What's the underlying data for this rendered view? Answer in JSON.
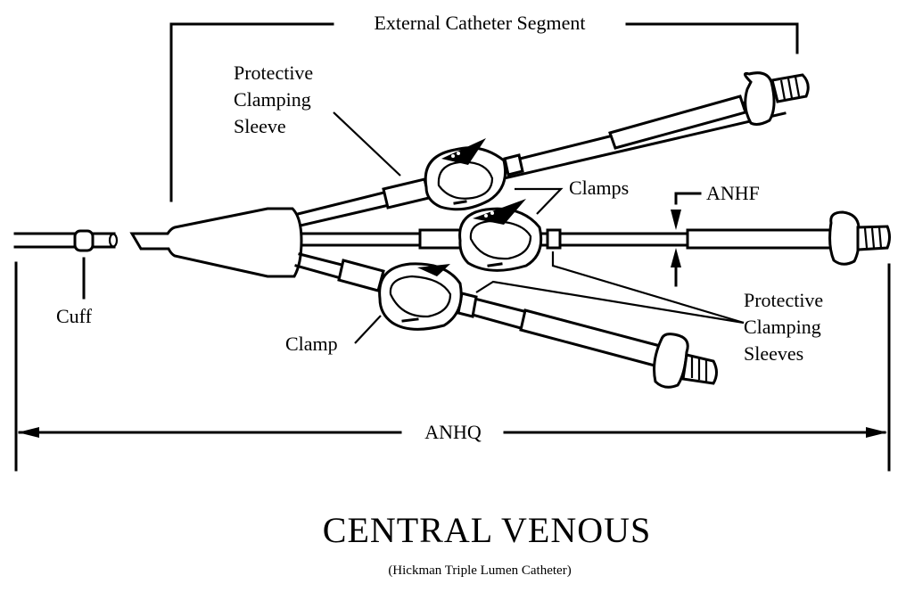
{
  "diagram": {
    "title": "CENTRAL VENOUS",
    "subtitle": "(Hickman Triple Lumen Catheter)",
    "labels": {
      "external_segment": "External Catheter Segment",
      "sleeve_top_line1": "Protective",
      "sleeve_top_line2": "Clamping",
      "sleeve_top_line3": "Sleeve",
      "clamps": "Clamps",
      "anhf": "ANHF",
      "sleeves_right_line1": "Protective",
      "sleeves_right_line2": "Clamping",
      "sleeves_right_line3": "Sleeves",
      "clamp": "Clamp",
      "cuff": "Cuff",
      "anhq": "ANHQ"
    },
    "colors": {
      "ink": "#000000",
      "paper": "#ffffff"
    }
  }
}
